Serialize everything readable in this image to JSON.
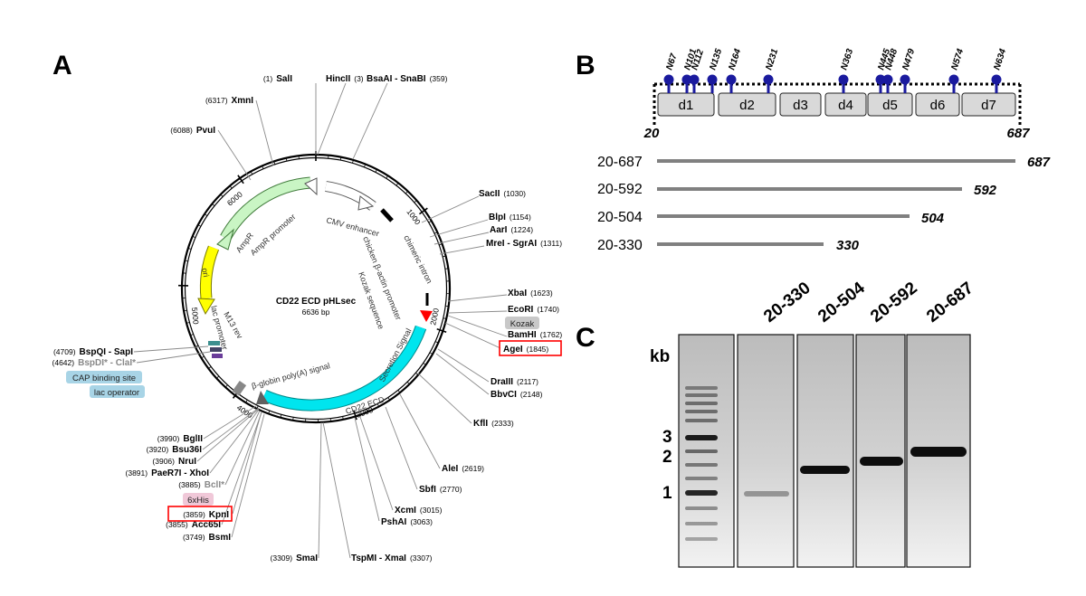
{
  "panels": {
    "a": "A",
    "b": "B",
    "c": "C"
  },
  "plasmid": {
    "name": "CD22 ECD pHLsec",
    "size": "6636 bp",
    "ticks": [
      "1000",
      "2000",
      "3000",
      "4000",
      "5000",
      "6000"
    ],
    "sites": [
      {
        "id": "sali",
        "pos": "(1)",
        "name": "SalI",
        "grey": ""
      },
      {
        "id": "hincii",
        "pos": "(3)",
        "name": "HincII",
        "grey": ""
      },
      {
        "id": "bsaai",
        "pos": "(359)",
        "name": "BsaAI - SnaBI",
        "grey": ""
      },
      {
        "id": "sacii",
        "pos": "(1030)",
        "name": "SacII",
        "grey": ""
      },
      {
        "id": "blpi",
        "pos": "(1154)",
        "name": "BlpI",
        "grey": ""
      },
      {
        "id": "aari",
        "pos": "(1224)",
        "name": "AarI",
        "grey": ""
      },
      {
        "id": "mrei",
        "pos": "(1311)",
        "name": "MreI - SgrAI",
        "grey": ""
      },
      {
        "id": "xbai",
        "pos": "(1623)",
        "name": "XbaI",
        "grey": ""
      },
      {
        "id": "ecori",
        "pos": "(1740)",
        "name": "EcoRI",
        "grey": ""
      },
      {
        "id": "bamhi",
        "pos": "(1762)",
        "name": "BamHI",
        "grey": ""
      },
      {
        "id": "agei",
        "pos": "(1845)",
        "name": "AgeI",
        "grey": ""
      },
      {
        "id": "draiii",
        "pos": "(2117)",
        "name": "DraIII",
        "grey": ""
      },
      {
        "id": "bbvci",
        "pos": "(2148)",
        "name": "BbvCI",
        "grey": ""
      },
      {
        "id": "kfli",
        "pos": "(2333)",
        "name": "KflI",
        "grey": ""
      },
      {
        "id": "alei",
        "pos": "(2619)",
        "name": "AleI",
        "grey": ""
      },
      {
        "id": "sbfi",
        "pos": "(2770)",
        "name": "SbfI",
        "grey": ""
      },
      {
        "id": "xcmi",
        "pos": "(3015)",
        "name": "XcmI",
        "grey": ""
      },
      {
        "id": "pshai",
        "pos": "(3063)",
        "name": "PshAI",
        "grey": ""
      },
      {
        "id": "tspmi",
        "pos": "(3307)",
        "name": "TspMI - XmaI",
        "grey": ""
      },
      {
        "id": "smai",
        "pos": "(3309)",
        "name": "SmaI",
        "grey": ""
      },
      {
        "id": "bsmi",
        "pos": "(3749)",
        "name": "BsmI",
        "grey": ""
      },
      {
        "id": "acc65i",
        "pos": "(3855)",
        "name": "Acc65I",
        "grey": ""
      },
      {
        "id": "kpni",
        "pos": "(3859)",
        "name": "KpnI",
        "grey": ""
      },
      {
        "id": "bcli",
        "pos": "(3885)",
        "name": "",
        "grey": "BclI*"
      },
      {
        "id": "paer7i",
        "pos": "(3891)",
        "name": "PaeR7I - XhoI",
        "grey": ""
      },
      {
        "id": "nrui",
        "pos": "(3906)",
        "name": "NruI",
        "grey": ""
      },
      {
        "id": "bsu36i",
        "pos": "(3920)",
        "name": "Bsu36I",
        "grey": ""
      },
      {
        "id": "bglii",
        "pos": "(3990)",
        "name": "BglII",
        "grey": ""
      },
      {
        "id": "bspdi",
        "pos": "(4642)",
        "name": "",
        "grey": "BspDI* - ClaI*"
      },
      {
        "id": "bspqi",
        "pos": "(4709)",
        "name": "BspQI - SapI",
        "grey": ""
      },
      {
        "id": "pvui",
        "pos": "(6088)",
        "name": "PvuI",
        "grey": ""
      },
      {
        "id": "xmni",
        "pos": "(6317)",
        "name": "XmnI",
        "grey": ""
      }
    ],
    "tags": {
      "kozak": "Kozak",
      "his": "6xHis",
      "cap": "CAP binding site",
      "lac_op": "lac operator"
    },
    "features": {
      "cmv": "CMV enhancer",
      "actin": "chicken β-actin promoter",
      "intron": "chimeric intron",
      "kozak_seq": "Kozak sequence",
      "signal": "Secretion Signal",
      "cd22": "CD22 ECD",
      "globin": "β-globin poly(A) signal",
      "m13": "M13 rev",
      "lac_prom": "lac promoter",
      "ori": "ori",
      "ampr": "AmpR",
      "ampr_prom": "AmpR promoter"
    },
    "colors": {
      "ampr": "#c9f5c4",
      "ori": "#ffff00",
      "cd22": "#00e5ee",
      "signal": "#ff0000",
      "kozak_tag": "#c8c8c8",
      "his_tag": "#f0c8d8",
      "cap_tag": "#a8d4e6",
      "box": "#ff0000"
    }
  },
  "domains": {
    "glyco": [
      "N67",
      "N101",
      "N112",
      "N135",
      "N164",
      "N231",
      "N363",
      "N445",
      "N448",
      "N479",
      "N574",
      "N634"
    ],
    "labels": [
      "d1",
      "d2",
      "d3",
      "d4",
      "d5",
      "d6",
      "d7"
    ],
    "start": "20",
    "end": "687",
    "constructs": [
      {
        "label": "20-687",
        "end_label": "687"
      },
      {
        "label": "20-592",
        "end_label": "592"
      },
      {
        "label": "20-504",
        "end_label": "504"
      },
      {
        "label": "20-330",
        "end_label": "330"
      }
    ],
    "colors": {
      "domain_fill": "#d9d9d9",
      "glyco": "#1a1a9e",
      "bar": "#808080"
    }
  },
  "gel": {
    "unit": "kb",
    "markers": [
      "3",
      "2",
      "1"
    ],
    "lanes": [
      "20-330",
      "20-504",
      "20-592",
      "20-687"
    ]
  }
}
